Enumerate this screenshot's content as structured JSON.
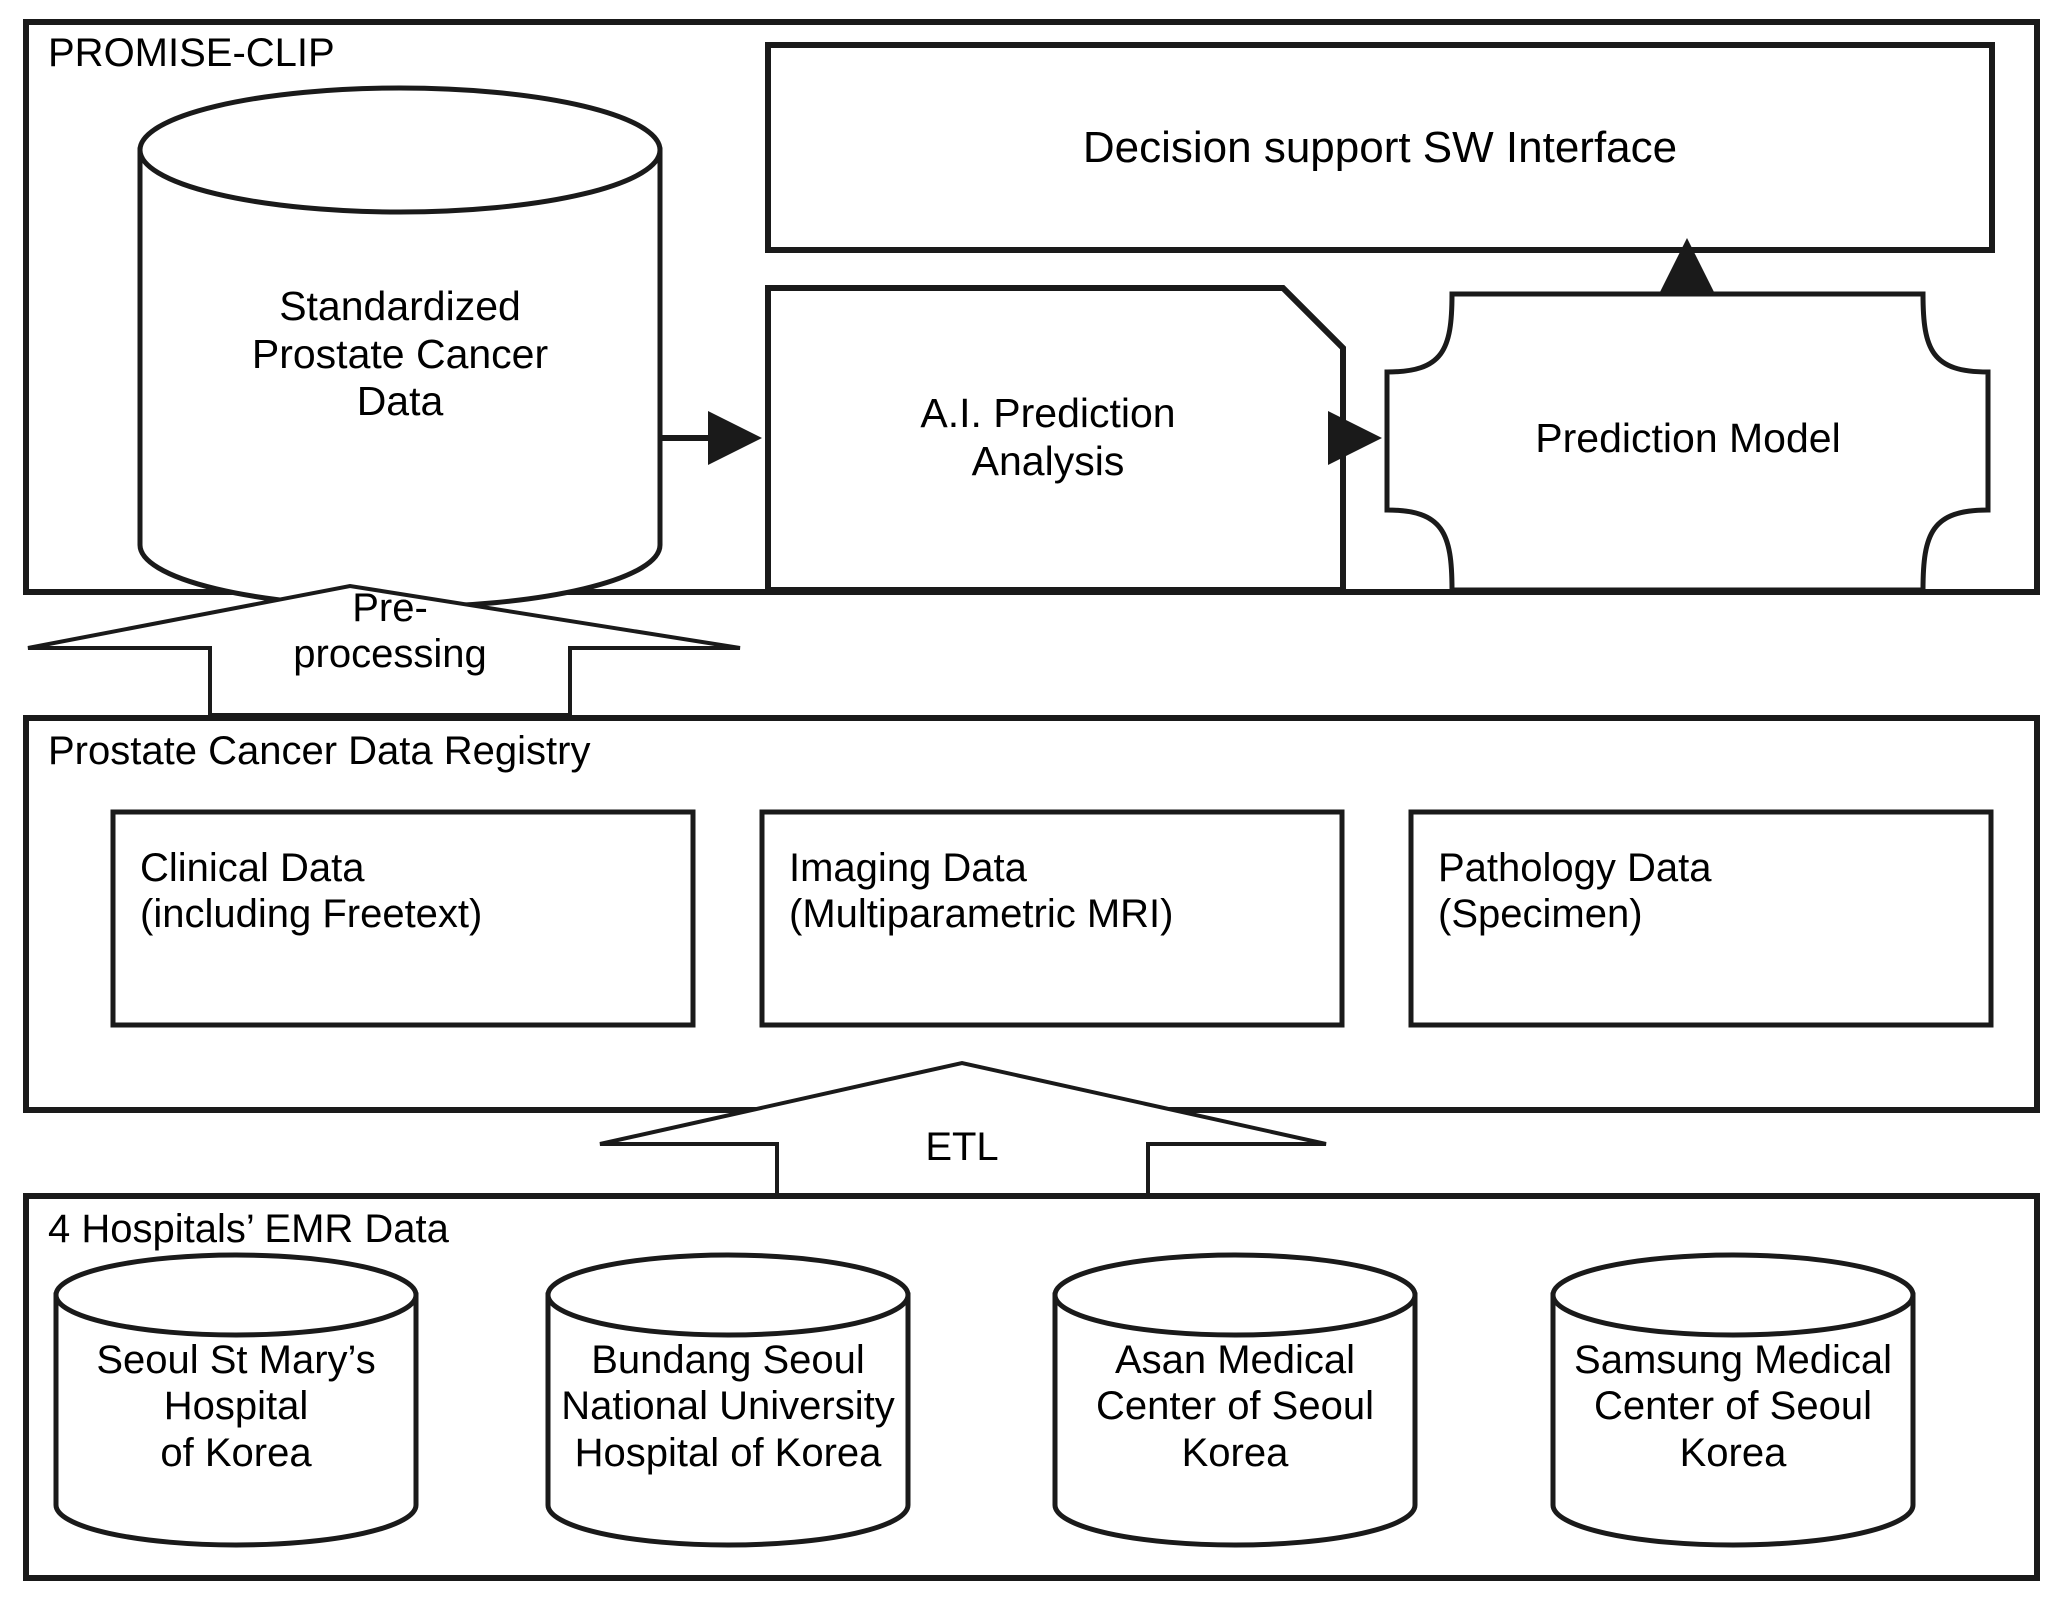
{
  "diagram": {
    "title": "PROMISE-CLIP system architecture",
    "stroke_color": "#1a1a1a",
    "fill_color": "#ffffff"
  },
  "promise_clip": {
    "title": "PROMISE-CLIP",
    "database_label": "Standardized\nProstate Cancer\nData",
    "interface_label": "Decision support SW Interface",
    "ai_analysis_label": "A.I. Prediction\nAnalysis",
    "prediction_model_label": "Prediction Model"
  },
  "preprocessing_arrow": {
    "label": "Pre-\nprocessing"
  },
  "registry": {
    "title": "Prostate Cancer Data Registry",
    "boxes": [
      {
        "label": "Clinical Data\n(including Freetext)"
      },
      {
        "label": "Imaging Data\n(Multiparametric MRI)"
      },
      {
        "label": "Pathology Data\n(Specimen)"
      }
    ]
  },
  "etl_arrow": {
    "label": "ETL"
  },
  "hospitals": {
    "title": "4 Hospitals’ EMR Data",
    "cylinders": [
      {
        "label": "Seoul St Mary’s\nHospital\nof Korea"
      },
      {
        "label": "Bundang Seoul\nNational University\nHospital of Korea"
      },
      {
        "label": "Asan  Medical\nCenter of Seoul\nKorea"
      },
      {
        "label": "Samsung Medical\nCenter of Seoul\nKorea"
      }
    ]
  }
}
